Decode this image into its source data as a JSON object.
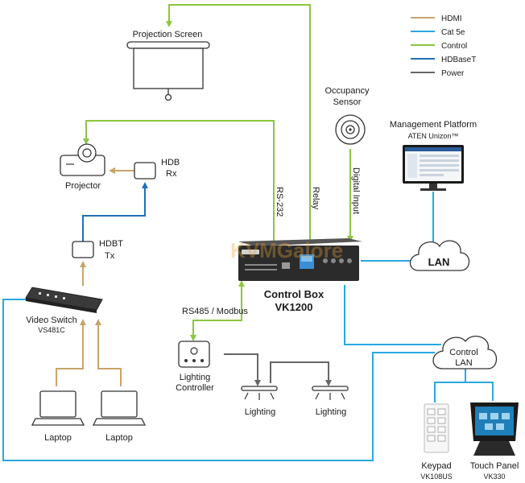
{
  "colors": {
    "hdmi": "#c8a46a",
    "cat5e": "#29a8e0",
    "control": "#8cc63f",
    "hdbaset": "#1f6fb8",
    "power": "#666666"
  },
  "legend": [
    {
      "label": "HDMI",
      "color_key": "hdmi"
    },
    {
      "label": "Cat 5e",
      "color_key": "cat5e"
    },
    {
      "label": "Control",
      "color_key": "control"
    },
    {
      "label": "HDBaseT",
      "color_key": "hdbaset"
    },
    {
      "label": "Power",
      "color_key": "power"
    }
  ],
  "nodes": {
    "projection_screen": "Projection Screen",
    "projector": "Projector",
    "hdb_rx": [
      "HDB",
      "Rx"
    ],
    "hdbt_tx": [
      "HDBT",
      "Tx"
    ],
    "video_switch": [
      "Video Switch",
      "VS481C"
    ],
    "laptop1": "Laptop",
    "laptop2": "Laptop",
    "occupancy_sensor": [
      "Occupancy",
      "Sensor"
    ],
    "management_platform": [
      "Management Platform",
      "ATEN Unizon™"
    ],
    "control_box": [
      "Control Box",
      "VK1200"
    ],
    "lan": "LAN",
    "control_lan": [
      "Control",
      "LAN"
    ],
    "lighting_controller": [
      "Lighting",
      "Controller"
    ],
    "lighting1": "Lighting",
    "lighting2": "Lighting",
    "keypad": [
      "Keypad",
      "VK108US"
    ],
    "touch_panel": [
      "Touch Panel",
      "VK330"
    ]
  },
  "connections": {
    "rs232": "RS-232",
    "relay": "Relay",
    "digital_input": "Digital Input",
    "rs485": "RS485 / Modbus"
  },
  "watermark": "KVMGalore"
}
